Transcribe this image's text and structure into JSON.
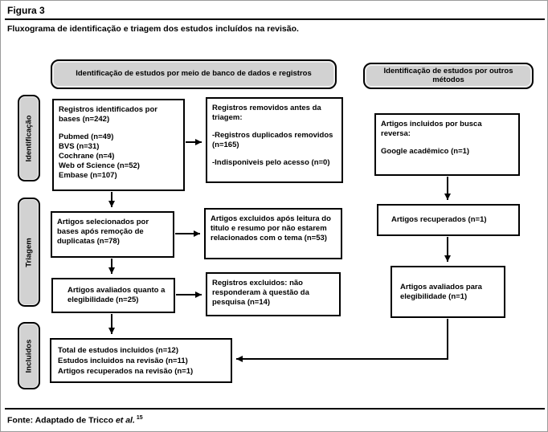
{
  "figure": {
    "label": "Figura 3",
    "caption": "Fluxograma de identificação e triagem dos estudos incluídos na revisão.",
    "source": {
      "prefix": "Fonte: Adaptado de Tricco ",
      "italic": "et al.",
      "superscript": "15"
    }
  },
  "headers": {
    "databases": "Identificação de estudos por meio de banco de dados e registros",
    "other_methods": "Identificação de estudos por outros métodos"
  },
  "stage_labels": {
    "identification": "Identificação",
    "screening": "Triagem",
    "included": "Incluidos"
  },
  "flow": {
    "records_identified": {
      "title": "Registros identificados por bases (n=242)",
      "sources": [
        "Pubmed (n=49)",
        "BVS (n=31)",
        "Cochrane (n=4)",
        "Web of Science (n=52)",
        "Embase (n=107)"
      ]
    },
    "records_removed": {
      "title": "Registros removidos antes da triagem:",
      "items": [
        "-Registros duplicados removidos (n=165)",
        "-Indisponiveis pelo acesso (n=0)"
      ]
    },
    "reverse_search": {
      "title": "Artigos incluidos por busca reversa:",
      "items": [
        "Google acadêmico  (n=1)"
      ]
    },
    "selected_after_dedup": "Artigos selecionados por bases após remoção de duplicatas (n=78)",
    "excluded_title_abstract": "Artigos excluidos após leitura do titulo e resumo por não estarem relacionados com o tema (n=53)",
    "retrieved_other": "Artigos recuperados (n=1)",
    "assessed_eligibility": "Artigos avaliados quanto a elegibilidade (n=25)",
    "excluded_not_answering": "Registros excluidos: não responderam à questão da pesquisa (n=14)",
    "assessed_eligibility_other": "Artigos avaliados para elegibilidade (n=1)",
    "included_total": {
      "lines": [
        "Total de estudos incluidos (n=12)",
        "Estudos incluidos na revisão (n=11)",
        "Artigos recuperados na revisão  (n=1)"
      ]
    }
  },
  "colors": {
    "header_fill": "#d2d2d2",
    "box_fill": "#ffffff",
    "border": "#000000"
  }
}
